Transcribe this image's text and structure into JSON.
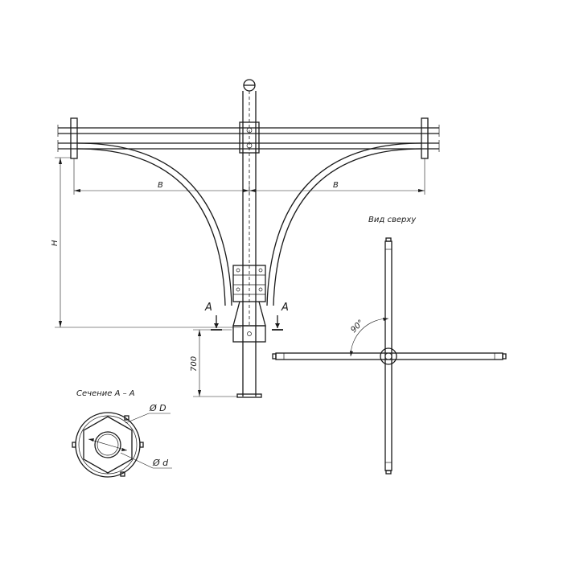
{
  "labels": {
    "dim_b_left": "B",
    "dim_b_right": "B",
    "dim_h": "H",
    "dim_700": "700",
    "section_mark_left": "A",
    "section_mark_right": "A",
    "section_title": "Сечение A – A",
    "diameter_outer": "Ø D",
    "diameter_inner": "Ø d",
    "top_view_title": "Вид сверху",
    "angle_90": "90°"
  }
}
